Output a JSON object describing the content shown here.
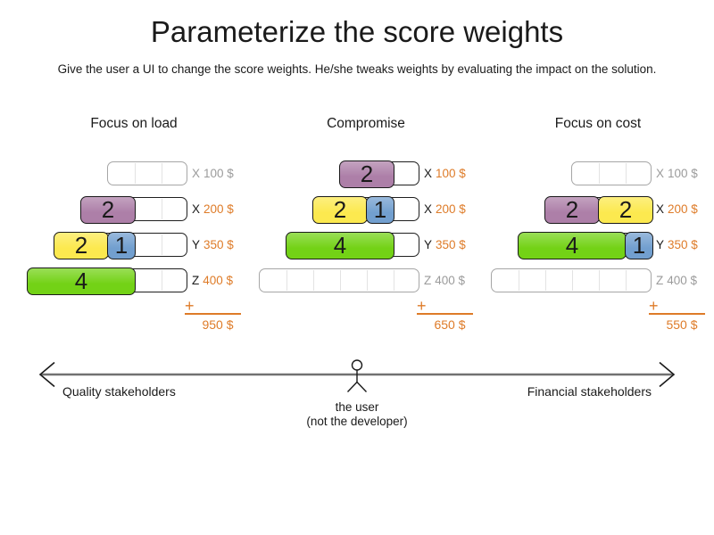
{
  "page": {
    "title": "Parameterize the score weights",
    "subtitle": "Give the user a UI to change the score weights. He/she tweaks weights by evaluating the impact on the solution."
  },
  "colors": {
    "purple": "#ad7fa8",
    "yellow": "#fce94f",
    "blue": "#729fcf",
    "green": "#73d216",
    "orange": "#de7b28",
    "ink": "#1a1a1a",
    "inactive": "#9b9b9b",
    "inactive_border": "#a6a6a6",
    "grid": "#e3e3e3",
    "arrow": "#717171"
  },
  "summation_plus": "+",
  "scenarios": [
    {
      "title": "Focus on load",
      "total": "950 $",
      "rows": [
        {
          "resource": "X",
          "cost": "100 $",
          "capacity": 3,
          "active": false,
          "blocks": []
        },
        {
          "resource": "X",
          "cost": "200 $",
          "capacity": 4,
          "active": true,
          "blocks": [
            {
              "value": "2",
              "size": 2,
              "color": "purple"
            }
          ]
        },
        {
          "resource": "Y",
          "cost": "350 $",
          "capacity": 5,
          "active": true,
          "blocks": [
            {
              "value": "2",
              "size": 2,
              "color": "yellow"
            },
            {
              "value": "1",
              "size": 1,
              "color": "blue"
            }
          ]
        },
        {
          "resource": "Z",
          "cost": "400 $",
          "capacity": 6,
          "active": true,
          "blocks": [
            {
              "value": "4",
              "size": 4,
              "color": "green"
            }
          ]
        }
      ]
    },
    {
      "title": "Compromise",
      "total": "650 $",
      "rows": [
        {
          "resource": "X",
          "cost": "100 $",
          "capacity": 3,
          "active": true,
          "blocks": [
            {
              "value": "2",
              "size": 2,
              "color": "purple"
            }
          ]
        },
        {
          "resource": "X",
          "cost": "200 $",
          "capacity": 4,
          "active": true,
          "blocks": [
            {
              "value": "2",
              "size": 2,
              "color": "yellow"
            },
            {
              "value": "1",
              "size": 1,
              "color": "blue"
            }
          ]
        },
        {
          "resource": "Y",
          "cost": "350 $",
          "capacity": 5,
          "active": true,
          "blocks": [
            {
              "value": "4",
              "size": 4,
              "color": "green"
            }
          ]
        },
        {
          "resource": "Z",
          "cost": "400 $",
          "capacity": 6,
          "active": false,
          "blocks": []
        }
      ]
    },
    {
      "title": "Focus on cost",
      "total": "550 $",
      "rows": [
        {
          "resource": "X",
          "cost": "100 $",
          "capacity": 3,
          "active": false,
          "blocks": []
        },
        {
          "resource": "X",
          "cost": "200 $",
          "capacity": 4,
          "active": true,
          "blocks": [
            {
              "value": "2",
              "size": 2,
              "color": "purple"
            },
            {
              "value": "2",
              "size": 2,
              "color": "yellow"
            }
          ]
        },
        {
          "resource": "Y",
          "cost": "350 $",
          "capacity": 5,
          "active": true,
          "blocks": [
            {
              "value": "4",
              "size": 4,
              "color": "green"
            },
            {
              "value": "1",
              "size": 1,
              "color": "blue"
            }
          ]
        },
        {
          "resource": "Z",
          "cost": "400 $",
          "capacity": 6,
          "active": false,
          "blocks": []
        }
      ]
    }
  ],
  "spectrum": {
    "left_label": "Quality stakeholders",
    "right_label": "Financial stakeholders",
    "user_line1": "the user",
    "user_line2": "(not the developer)"
  }
}
